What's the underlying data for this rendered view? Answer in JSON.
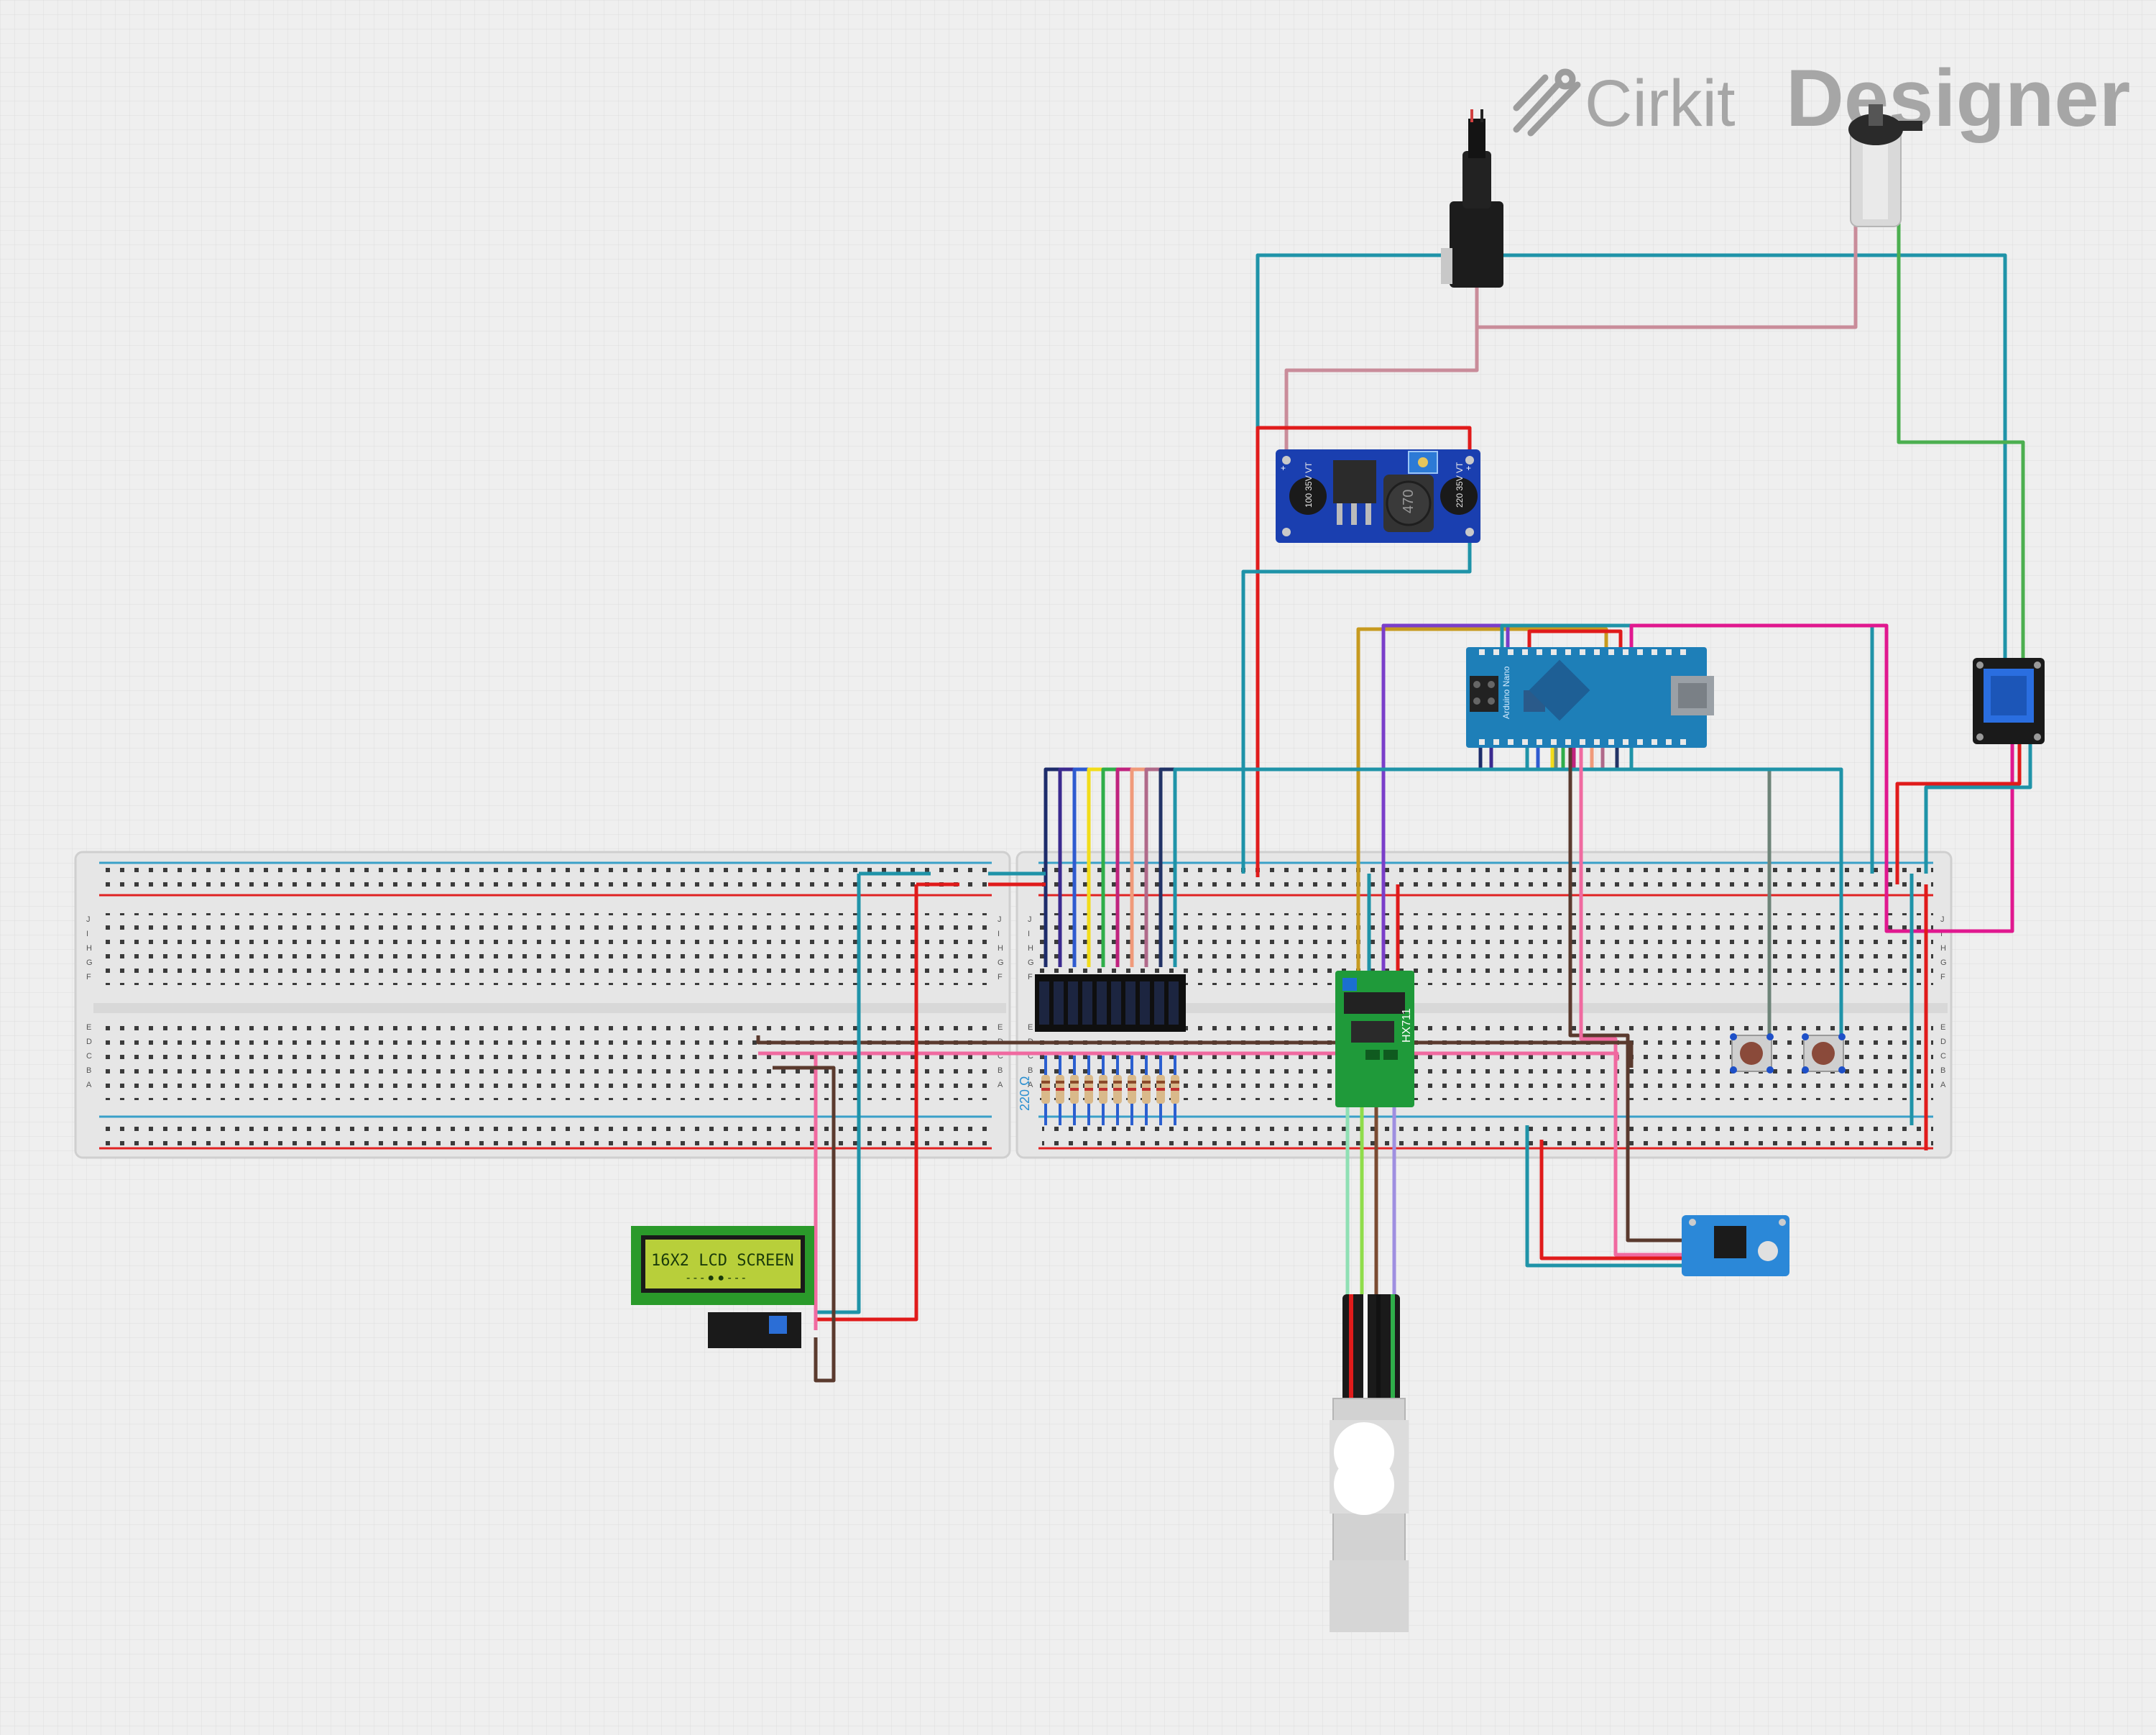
{
  "app": {
    "logo_part1": "Cirkit",
    "logo_part2": "Designer"
  },
  "components": {
    "lcd_text": "16X2 LCD SCREEN",
    "buck_cap_left": "100 35V VT",
    "buck_cap_right": "220 35V VT",
    "buck_inductor": "470",
    "hx711_label": "HX711",
    "arduino_label": "Arduino Nano",
    "resistor_label": "220 Ω"
  },
  "breadboard": {
    "row_letters_top": [
      "J",
      "I",
      "H",
      "G",
      "F"
    ],
    "row_letters_bottom": [
      "E",
      "D",
      "C",
      "B",
      "A"
    ],
    "left_columns": 63,
    "right_columns": 63
  },
  "colors": {
    "grid_bg": "#efefef",
    "grid_line": "#dcdcdc",
    "wire_teal": "#1f93a8",
    "wire_red": "#e01b1b",
    "wire_pink": "#f06aa0",
    "wire_magenta": "#e0188f",
    "wire_brown": "#5a3a2e",
    "wire_green": "#4caf50",
    "wire_mauve": "#c98c9a",
    "wire_gold": "#c79a1f",
    "wire_purple": "#7a3ec9",
    "board_blue": "#1a67c9",
    "pcb_green": "#1f9a3a"
  }
}
